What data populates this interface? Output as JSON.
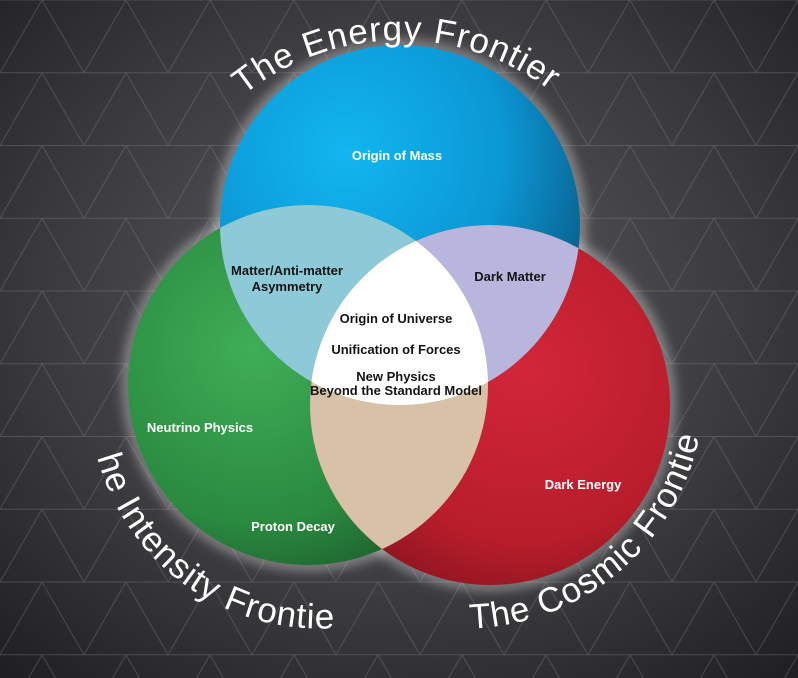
{
  "frontiers": {
    "energy": "The Energy Frontier",
    "intensity": "The Intensity Frontier",
    "cosmic": "The Cosmic Frontier"
  },
  "regions": {
    "energy_only": "Origin of Mass",
    "energy_intensity": [
      "Matter/Anti-matter",
      "Asymmetry"
    ],
    "energy_cosmic": "Dark Matter",
    "center": [
      "Origin of Universe",
      "Unification of Forces",
      "New Physics",
      "Beyond the Standard Model"
    ],
    "intensity_only": [
      "Neutrino Physics",
      "Proton Decay"
    ],
    "cosmic_only": "Dark Energy"
  },
  "colors": {
    "energy": "#0a9bd8",
    "intensity": "#2f9545",
    "cosmic": "#c21f2c",
    "energy_intensity": "#8ec9d8",
    "energy_cosmic": "#b9b6dd",
    "intensity_cosmic": "#d7c2a7",
    "center": "#ffffff",
    "background": "#2a2a2c"
  }
}
